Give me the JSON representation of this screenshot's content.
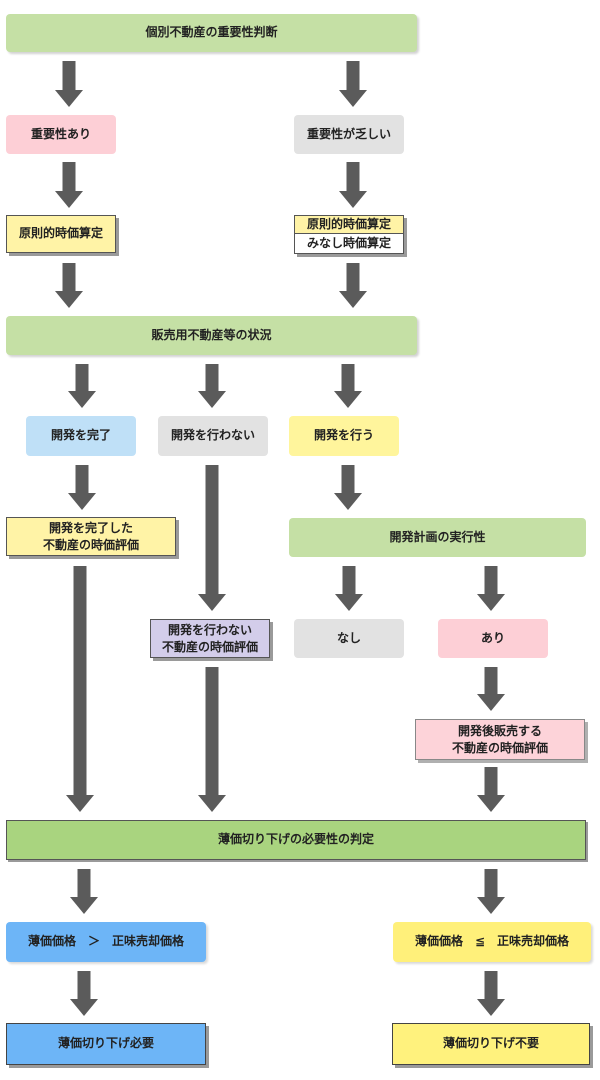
{
  "nodes": {
    "top": "個別不動産の重要性判断",
    "important": "重要性あり",
    "not_important": "重要性が乏しい",
    "principle_left": "原則的時価算定",
    "principle_right": "原則的時価算定",
    "deemed_right": "みなし時価算定",
    "sales_status": "販売用不動産等の状況",
    "dev_completed": "開発を完了",
    "no_dev": "開発を行わない",
    "do_dev": "開発を行う",
    "eval_completed": "開発を完了した\n不動産の時価評価",
    "feasibility": "開発計画の実行性",
    "eval_no_dev": "開発を行わない\n不動産の時価評価",
    "none": "なし",
    "exists": "あり",
    "eval_after_dev": "開発後販売する\n不動産の時価評価",
    "writedown_judgment": "薄価切り下げの必要性の判定",
    "cond_gt": "薄価価格　＞　正味売却価格",
    "cond_le": "薄価価格　≦　正味売却価格",
    "result_required": "薄価切り下げ必要",
    "result_not_required": "薄価切り下げ不要"
  }
}
